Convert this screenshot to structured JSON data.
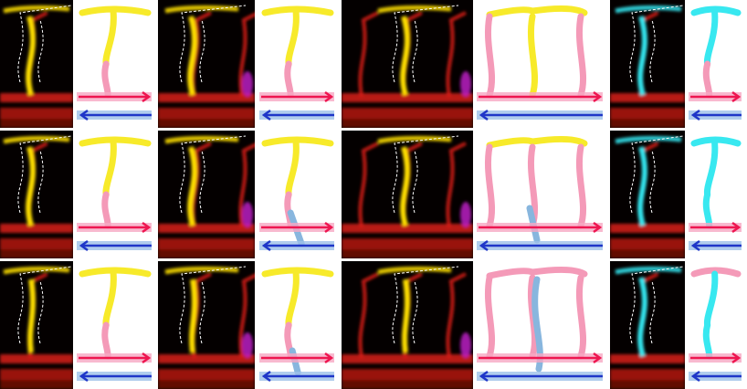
{
  "colors": {
    "background": "#ffffff",
    "micrograph_background": "#050000",
    "vessel_red": "#d81f14",
    "vessel_yellow": "#ffe000",
    "vessel_cyan": "#35e6ef",
    "vessel_magenta": "#c51ed0",
    "dashed_outline": "#ffffff",
    "schematic_pink": "#f49ab8",
    "schematic_yellow": "#f7ea2a",
    "schematic_cyan": "#38e8f0",
    "schematic_blue_segment": "#88b6de",
    "artery_arrow": "#ee1650",
    "vein_arrow": "#1f36c8",
    "arrow_band_pink": "#f6a8c3",
    "arrow_band_blue": "#9dc1e8"
  },
  "grid": {
    "rows": 3,
    "column_groups": 4,
    "panels_per_group": [
      "micrograph",
      "schematic"
    ]
  },
  "icons": [
    "dashed-outline",
    "flow-arrow-right",
    "flow-arrow-left"
  ]
}
